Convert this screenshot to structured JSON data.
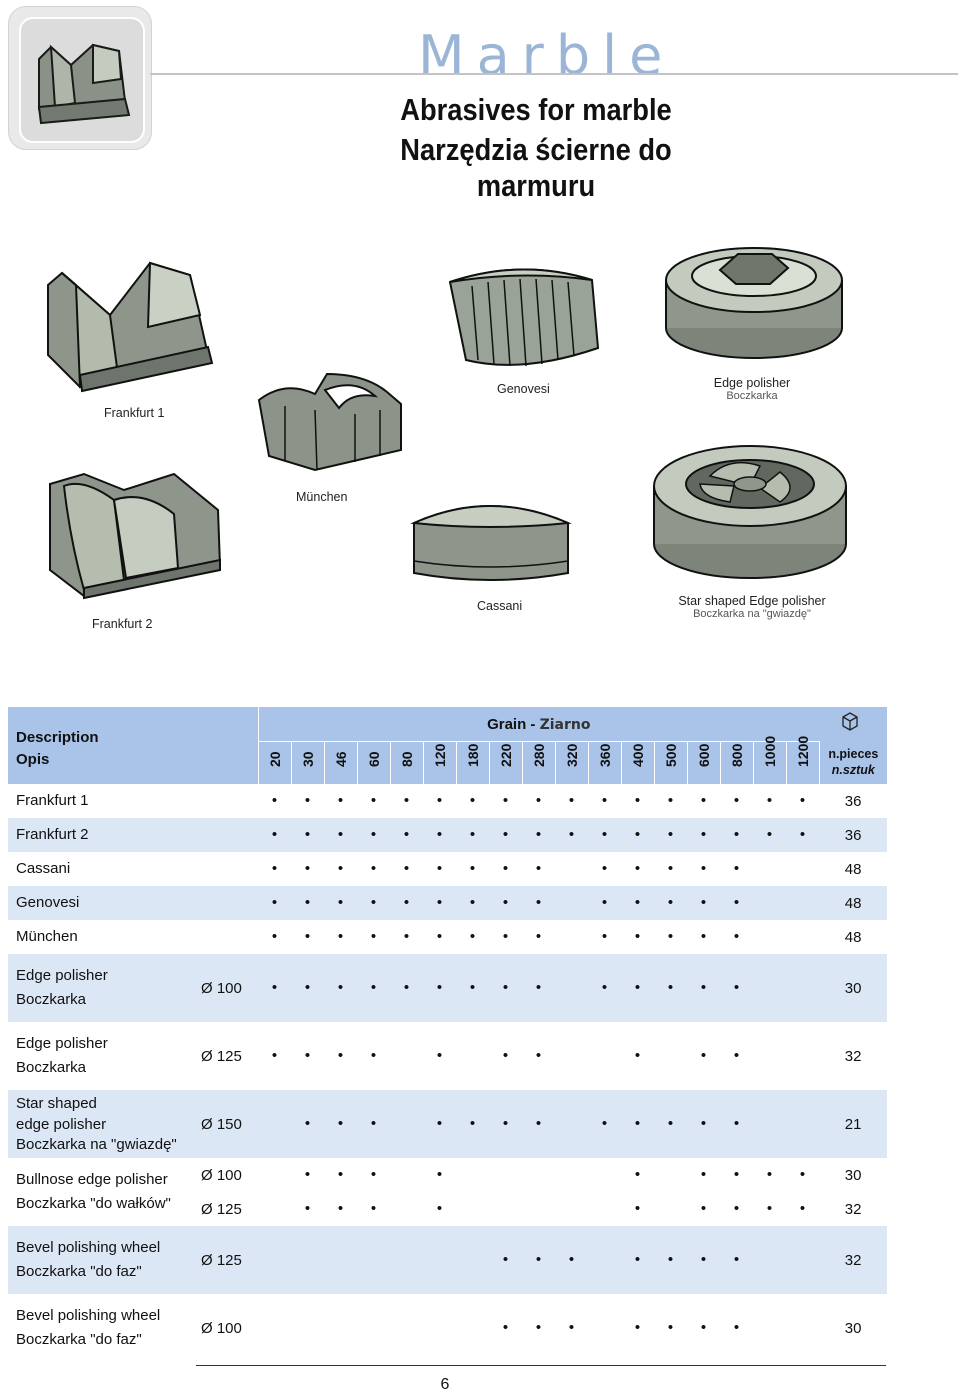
{
  "header": {
    "brand": "Marble",
    "title_en": "Abrasives for marble",
    "title_pl": "Narzędzia ścierne do marmuru"
  },
  "products": [
    {
      "id": "frankfurt1",
      "label": "Frankfurt 1",
      "sub": ""
    },
    {
      "id": "munchen",
      "label": "München",
      "sub": ""
    },
    {
      "id": "genovesi",
      "label": "Genovesi",
      "sub": ""
    },
    {
      "id": "edge",
      "label": "Edge polisher",
      "sub": "Boczkarka"
    },
    {
      "id": "frankfurt2",
      "label": "Frankfurt 2",
      "sub": ""
    },
    {
      "id": "cassani",
      "label": "Cassani",
      "sub": ""
    },
    {
      "id": "star",
      "label": "Star shaped Edge polisher",
      "sub": "Boczkarka na \"gwiazdę\""
    }
  ],
  "table": {
    "desc_en": "Description",
    "desc_pl": "Opis",
    "grain_en": "Grain",
    "grain_pl": "Ziarno",
    "pieces_en": "n.pieces",
    "pieces_pl": "n.sztuk",
    "grits": [
      "20",
      "30",
      "46",
      "60",
      "80",
      "120",
      "180",
      "220",
      "280",
      "320",
      "360",
      "400",
      "500",
      "600",
      "800",
      "1000",
      "1200"
    ],
    "rows": [
      {
        "name": "Frankfurt 1",
        "sub": "",
        "dia": "",
        "dots": [
          1,
          1,
          1,
          1,
          1,
          1,
          1,
          1,
          1,
          1,
          1,
          1,
          1,
          1,
          1,
          1,
          1
        ],
        "count": "36",
        "shade": false
      },
      {
        "name": "Frankfurt 2",
        "sub": "",
        "dia": "",
        "dots": [
          1,
          1,
          1,
          1,
          1,
          1,
          1,
          1,
          1,
          1,
          1,
          1,
          1,
          1,
          1,
          1,
          1
        ],
        "count": "36",
        "shade": true
      },
      {
        "name": "Cassani",
        "sub": "",
        "dia": "",
        "dots": [
          1,
          1,
          1,
          1,
          1,
          1,
          1,
          1,
          1,
          0,
          1,
          1,
          1,
          1,
          1,
          0,
          0
        ],
        "count": "48",
        "shade": false
      },
      {
        "name": "Genovesi",
        "sub": "",
        "dia": "",
        "dots": [
          1,
          1,
          1,
          1,
          1,
          1,
          1,
          1,
          1,
          0,
          1,
          1,
          1,
          1,
          1,
          0,
          0
        ],
        "count": "48",
        "shade": true
      },
      {
        "name": "München",
        "sub": "",
        "dia": "",
        "dots": [
          1,
          1,
          1,
          1,
          1,
          1,
          1,
          1,
          1,
          0,
          1,
          1,
          1,
          1,
          1,
          0,
          0
        ],
        "count": "48",
        "shade": false
      },
      {
        "name": "Edge polisher",
        "sub": "Boczkarka",
        "dia": "Ø 100",
        "dots": [
          1,
          1,
          1,
          1,
          1,
          1,
          1,
          1,
          1,
          0,
          1,
          1,
          1,
          1,
          1,
          0,
          0
        ],
        "count": "30",
        "shade": true
      },
      {
        "name": "Edge polisher",
        "sub": "Boczkarka",
        "dia": "Ø 125",
        "dots": [
          1,
          1,
          1,
          1,
          0,
          1,
          0,
          1,
          1,
          0,
          0,
          1,
          0,
          1,
          1,
          0,
          0
        ],
        "count": "32",
        "shade": false
      },
      {
        "name": "Star shaped\nedge polisher",
        "sub": "Boczkarka na \"gwiazdę\"",
        "dia": "Ø 150",
        "dots": [
          0,
          1,
          1,
          1,
          0,
          1,
          1,
          1,
          1,
          0,
          1,
          1,
          1,
          1,
          1,
          0,
          0
        ],
        "count": "21",
        "shade": true
      },
      {
        "name": "Bullnose edge polisher",
        "sub": "Boczkarka \"do wałków\"",
        "dia": "Ø 100",
        "dots": [
          0,
          1,
          1,
          1,
          0,
          1,
          0,
          0,
          0,
          0,
          0,
          1,
          0,
          1,
          1,
          1,
          1
        ],
        "count": "30",
        "shade": false,
        "group": "bull"
      },
      {
        "name": "",
        "sub": "",
        "dia": "Ø 125",
        "dots": [
          0,
          1,
          1,
          1,
          0,
          1,
          0,
          0,
          0,
          0,
          0,
          1,
          0,
          1,
          1,
          1,
          1
        ],
        "count": "32",
        "shade": false,
        "group": "bull2"
      },
      {
        "name": "Bevel polishing wheel",
        "sub": "Boczkarka \"do faz\"",
        "dia": "Ø 125",
        "dots": [
          0,
          0,
          0,
          0,
          0,
          0,
          0,
          1,
          1,
          1,
          0,
          1,
          1,
          1,
          1,
          0,
          0
        ],
        "count": "32",
        "shade": true
      },
      {
        "name": "Bevel polishing wheel",
        "sub": "Boczkarka \"do faz\"",
        "dia": "Ø 100",
        "dots": [
          0,
          0,
          0,
          0,
          0,
          0,
          0,
          1,
          1,
          1,
          0,
          1,
          1,
          1,
          1,
          0,
          0
        ],
        "count": "30",
        "shade": false
      }
    ]
  },
  "footer": {
    "page": "6"
  }
}
